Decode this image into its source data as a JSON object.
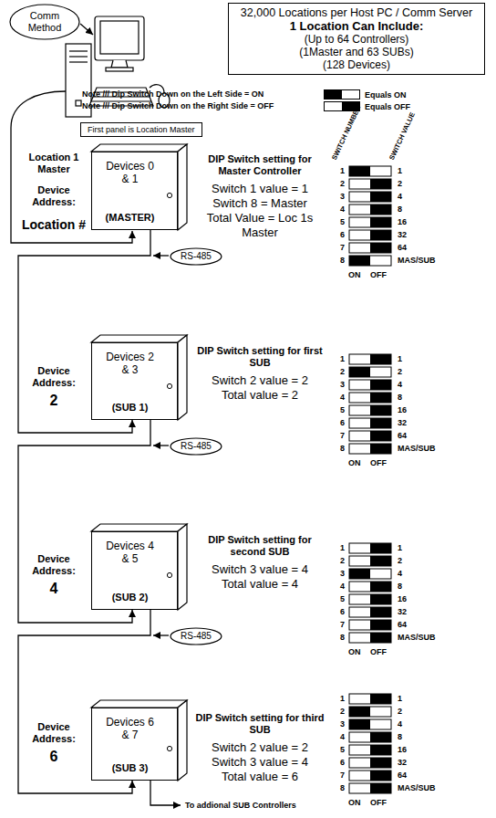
{
  "diagram": {
    "nodes": [
      {
        "text": [
          "Comm Method"
        ]
      },
      {
        "text": [
          "32,000 Locations per Host PC / Comm Server",
          "1 Location Can Include:",
          "(Up to 64 Controllers)",
          "(1Master and 63 SUBs)",
          "(128 Devices)"
        ]
      },
      {
        "text": [
          "First panel is Location Master"
        ]
      },
      {
        "text": [
          "Devices 0 & 1",
          "(MASTER)"
        ]
      },
      {
        "text": [
          "RS-485"
        ]
      },
      {
        "text": [
          "Devices 2 & 3",
          "(SUB 1)"
        ]
      },
      {
        "text": [
          "RS-485"
        ]
      },
      {
        "text": [
          "Devices 4 & 5",
          "(SUB 2)"
        ]
      },
      {
        "text": [
          "RS-485"
        ]
      },
      {
        "text": [
          "Devices 6 & 7",
          "(SUB 3)"
        ]
      }
    ],
    "edges": [
      {
        "from": 3,
        "to": 5,
        "arrow": "to"
      },
      {
        "from": 5,
        "to": 7,
        "arrow": "to"
      },
      {
        "from": 7,
        "to": 9,
        "arrow": "to"
      }
    ],
    "labels": [
      "Note /// Dip Switch Down on the Left Side = ON",
      "Note /// Dip Switch Down on the Right Side = OFF",
      "SWITCH NUMBER",
      "SWITCH VALUE",
      "Location 1 Master",
      "Device Address:",
      "Location #",
      "DIP Switch setting for Master Controller",
      "Switch 1 value = 1",
      "Switch 8 = Master",
      "Total Value = Loc 1s Master",
      "1",
      "2",
      "3",
      "4",
      "5",
      "6",
      "7",
      "8",
      "1",
      "2",
      "4",
      "8",
      "16",
      "32",
      "64",
      "MAS/SUB",
      "ON",
      "OFF",
      "Device Address:",
      "2",
      "DIP Switch setting for first SUB",
      "Switch 2 value = 2",
      "Total value = 2",
      "1",
      "2",
      "3",
      "4",
      "5",
      "6",
      "7",
      "8",
      "1",
      "2",
      "4",
      "8",
      "16",
      "32",
      "64",
      "MAS/SUB",
      "ON",
      "OFF",
      "Device Address:",
      "4",
      "DIP Switch setting for second SUB",
      "Switch 3 value = 4",
      "Total value = 4",
      "1",
      "2",
      "3",
      "4",
      "5",
      "6",
      "7",
      "8",
      "1",
      "2",
      "4",
      "8",
      "16",
      "32",
      "64",
      "MAS/SUB",
      "ON",
      "OFF",
      "Device Address:",
      "6",
      "DIP Switch setting for third SUB",
      "Switch 2 value = 2",
      "Switch 3 value = 4",
      "Total value = 6",
      "1",
      "2",
      "3",
      "4",
      "5",
      "6",
      "7",
      "8",
      "1",
      "2",
      "4",
      "8",
      "16",
      "32",
      "64",
      "MAS/SUB",
      "ON",
      "OFF",
      "To addional SUB Controllers"
    ],
    "legend": [
      {
        "text": "Equals ON"
      },
      {
        "text": "Equals OFF"
      }
    ]
  }
}
